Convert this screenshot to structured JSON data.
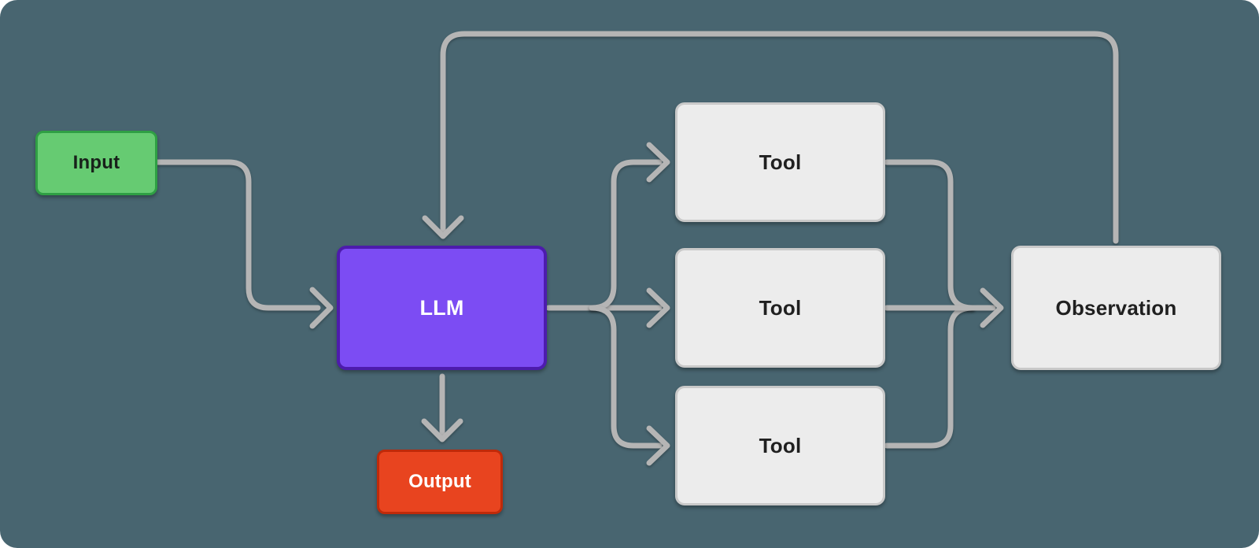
{
  "diagram": {
    "background_color": "#486570",
    "connector_color": "#b5b5b5",
    "nodes": {
      "input": {
        "label": "Input",
        "fill": "#66cb72",
        "border": "#2f9f44",
        "text_color": "#18211a"
      },
      "llm": {
        "label": "LLM",
        "fill": "#7c4cf3",
        "border": "#4d1bad",
        "text_color": "#ffffff"
      },
      "output": {
        "label": "Output",
        "fill": "#e8441f",
        "border": "#bf2a0a",
        "text_color": "#ffffff"
      },
      "tool_1": {
        "label": "Tool",
        "fill": "#ececec",
        "border": "#c9c9c9",
        "text_color": "#202020"
      },
      "tool_2": {
        "label": "Tool",
        "fill": "#ececec",
        "border": "#c9c9c9",
        "text_color": "#202020"
      },
      "tool_3": {
        "label": "Tool",
        "fill": "#ececec",
        "border": "#c9c9c9",
        "text_color": "#202020"
      },
      "observation": {
        "label": "Observation",
        "fill": "#ececec",
        "border": "#c9c9c9",
        "text_color": "#202020"
      }
    },
    "edges": [
      {
        "name": "input-to-llm"
      },
      {
        "name": "observation-to-llm-loop"
      },
      {
        "name": "llm-to-output"
      },
      {
        "name": "llm-to-tool-1"
      },
      {
        "name": "llm-to-tool-2"
      },
      {
        "name": "llm-to-tool-3"
      },
      {
        "name": "tool-1-to-observation"
      },
      {
        "name": "tool-2-to-observation"
      },
      {
        "name": "tool-3-to-observation"
      }
    ]
  }
}
